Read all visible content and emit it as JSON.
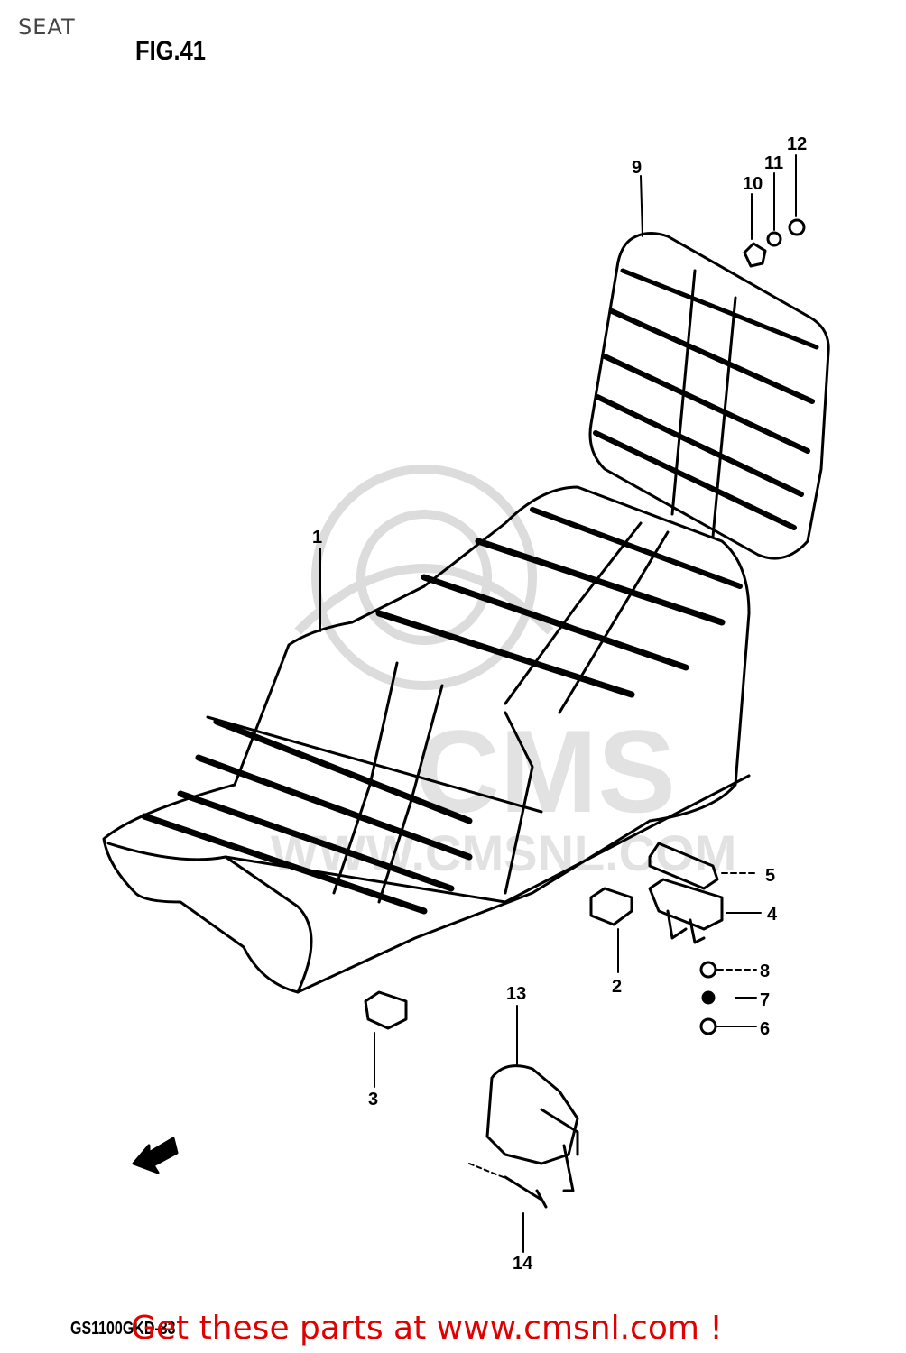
{
  "page": {
    "title": "SEAT",
    "figure_label": "FIG.41",
    "model_code": "GS1100GKD-83",
    "cta_text": "Get these parts at www.cmsnl.com !"
  },
  "watermark": {
    "text": "WWW.CMSNL.COM",
    "brand": "CMS"
  },
  "callouts": {
    "c1": "1",
    "c2": "2",
    "c3": "3",
    "c4": "4",
    "c5": "5",
    "c6": "6",
    "c7": "7",
    "c8": "8",
    "c9": "9",
    "c10": "10",
    "c11": "11",
    "c12": "12",
    "c13": "13",
    "c14": "14"
  },
  "colors": {
    "cta": "#e00000",
    "ink": "#000000",
    "watermark": "#dcdcdc"
  },
  "icons": {
    "direction_arrow": "front-arrow-icon"
  }
}
